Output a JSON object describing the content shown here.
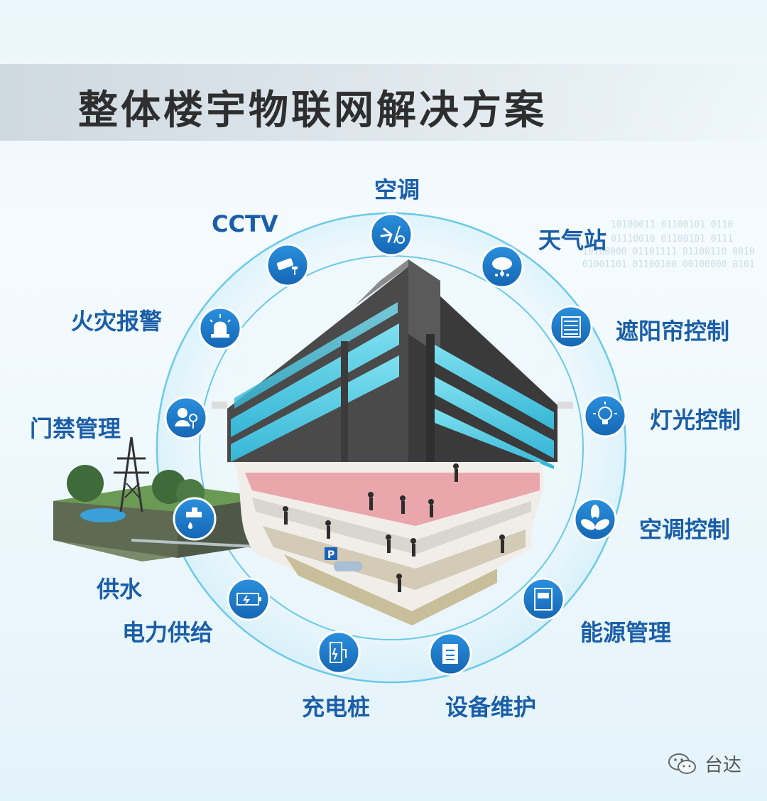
{
  "title": "整体楼宇物联网解决方案",
  "services": {
    "aircon": "空调",
    "weather": "天气站",
    "shade": "遮阳帘控制",
    "light": "灯光控制",
    "ac_control": "空调控制",
    "energy": "能源管理",
    "maintenance": "设备维护",
    "charging": "充电桩",
    "power": "电力供给",
    "water": "供水",
    "access": "门禁管理",
    "fire": "火灾报警",
    "cctv": "CCTV"
  },
  "icons": {
    "aircon": "fan-snow-icon",
    "weather": "cloud-network-icon",
    "shade": "blinds-icon",
    "light": "light-bulb-icon",
    "ac_control": "fan-icon",
    "energy": "meter-icon",
    "maintenance": "checklist-icon",
    "charging": "charging-station-icon",
    "power": "battery-icon",
    "water": "faucet-icon",
    "access": "key-person-icon",
    "fire": "alarm-light-icon",
    "cctv": "camera-icon"
  },
  "watermark": "台达",
  "colors": {
    "label": "#1a5ea8",
    "icon_fill": "#1f7fd0",
    "ring": "#5fc4e6"
  }
}
